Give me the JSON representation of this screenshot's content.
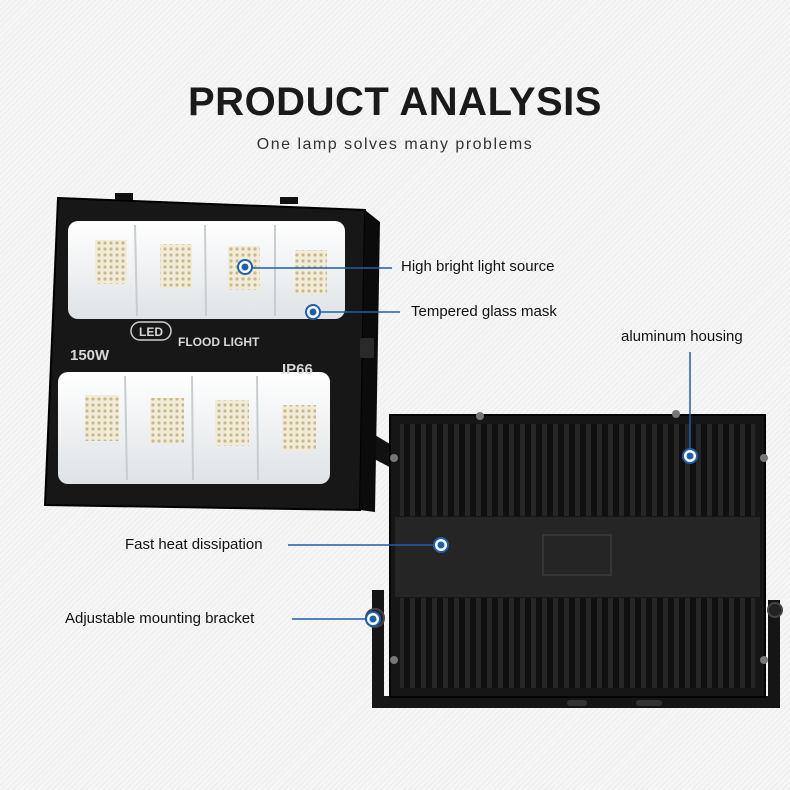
{
  "header": {
    "title": "PRODUCT ANALYSIS",
    "subtitle": "One lamp solves many problems"
  },
  "lamp": {
    "badge": "LED",
    "brand_text": "FLOOD LIGHT",
    "wattage": "150W",
    "ip_rating": "IP66"
  },
  "callouts": {
    "light_source": "High bright light source",
    "glass_mask": "Tempered glass mask",
    "housing": "aluminum housing",
    "heat": "Fast heat dissipation",
    "bracket": "Adjustable mounting bracket"
  },
  "colors": {
    "accent": "#1f5fa8",
    "housing": "#1b1b1b"
  }
}
